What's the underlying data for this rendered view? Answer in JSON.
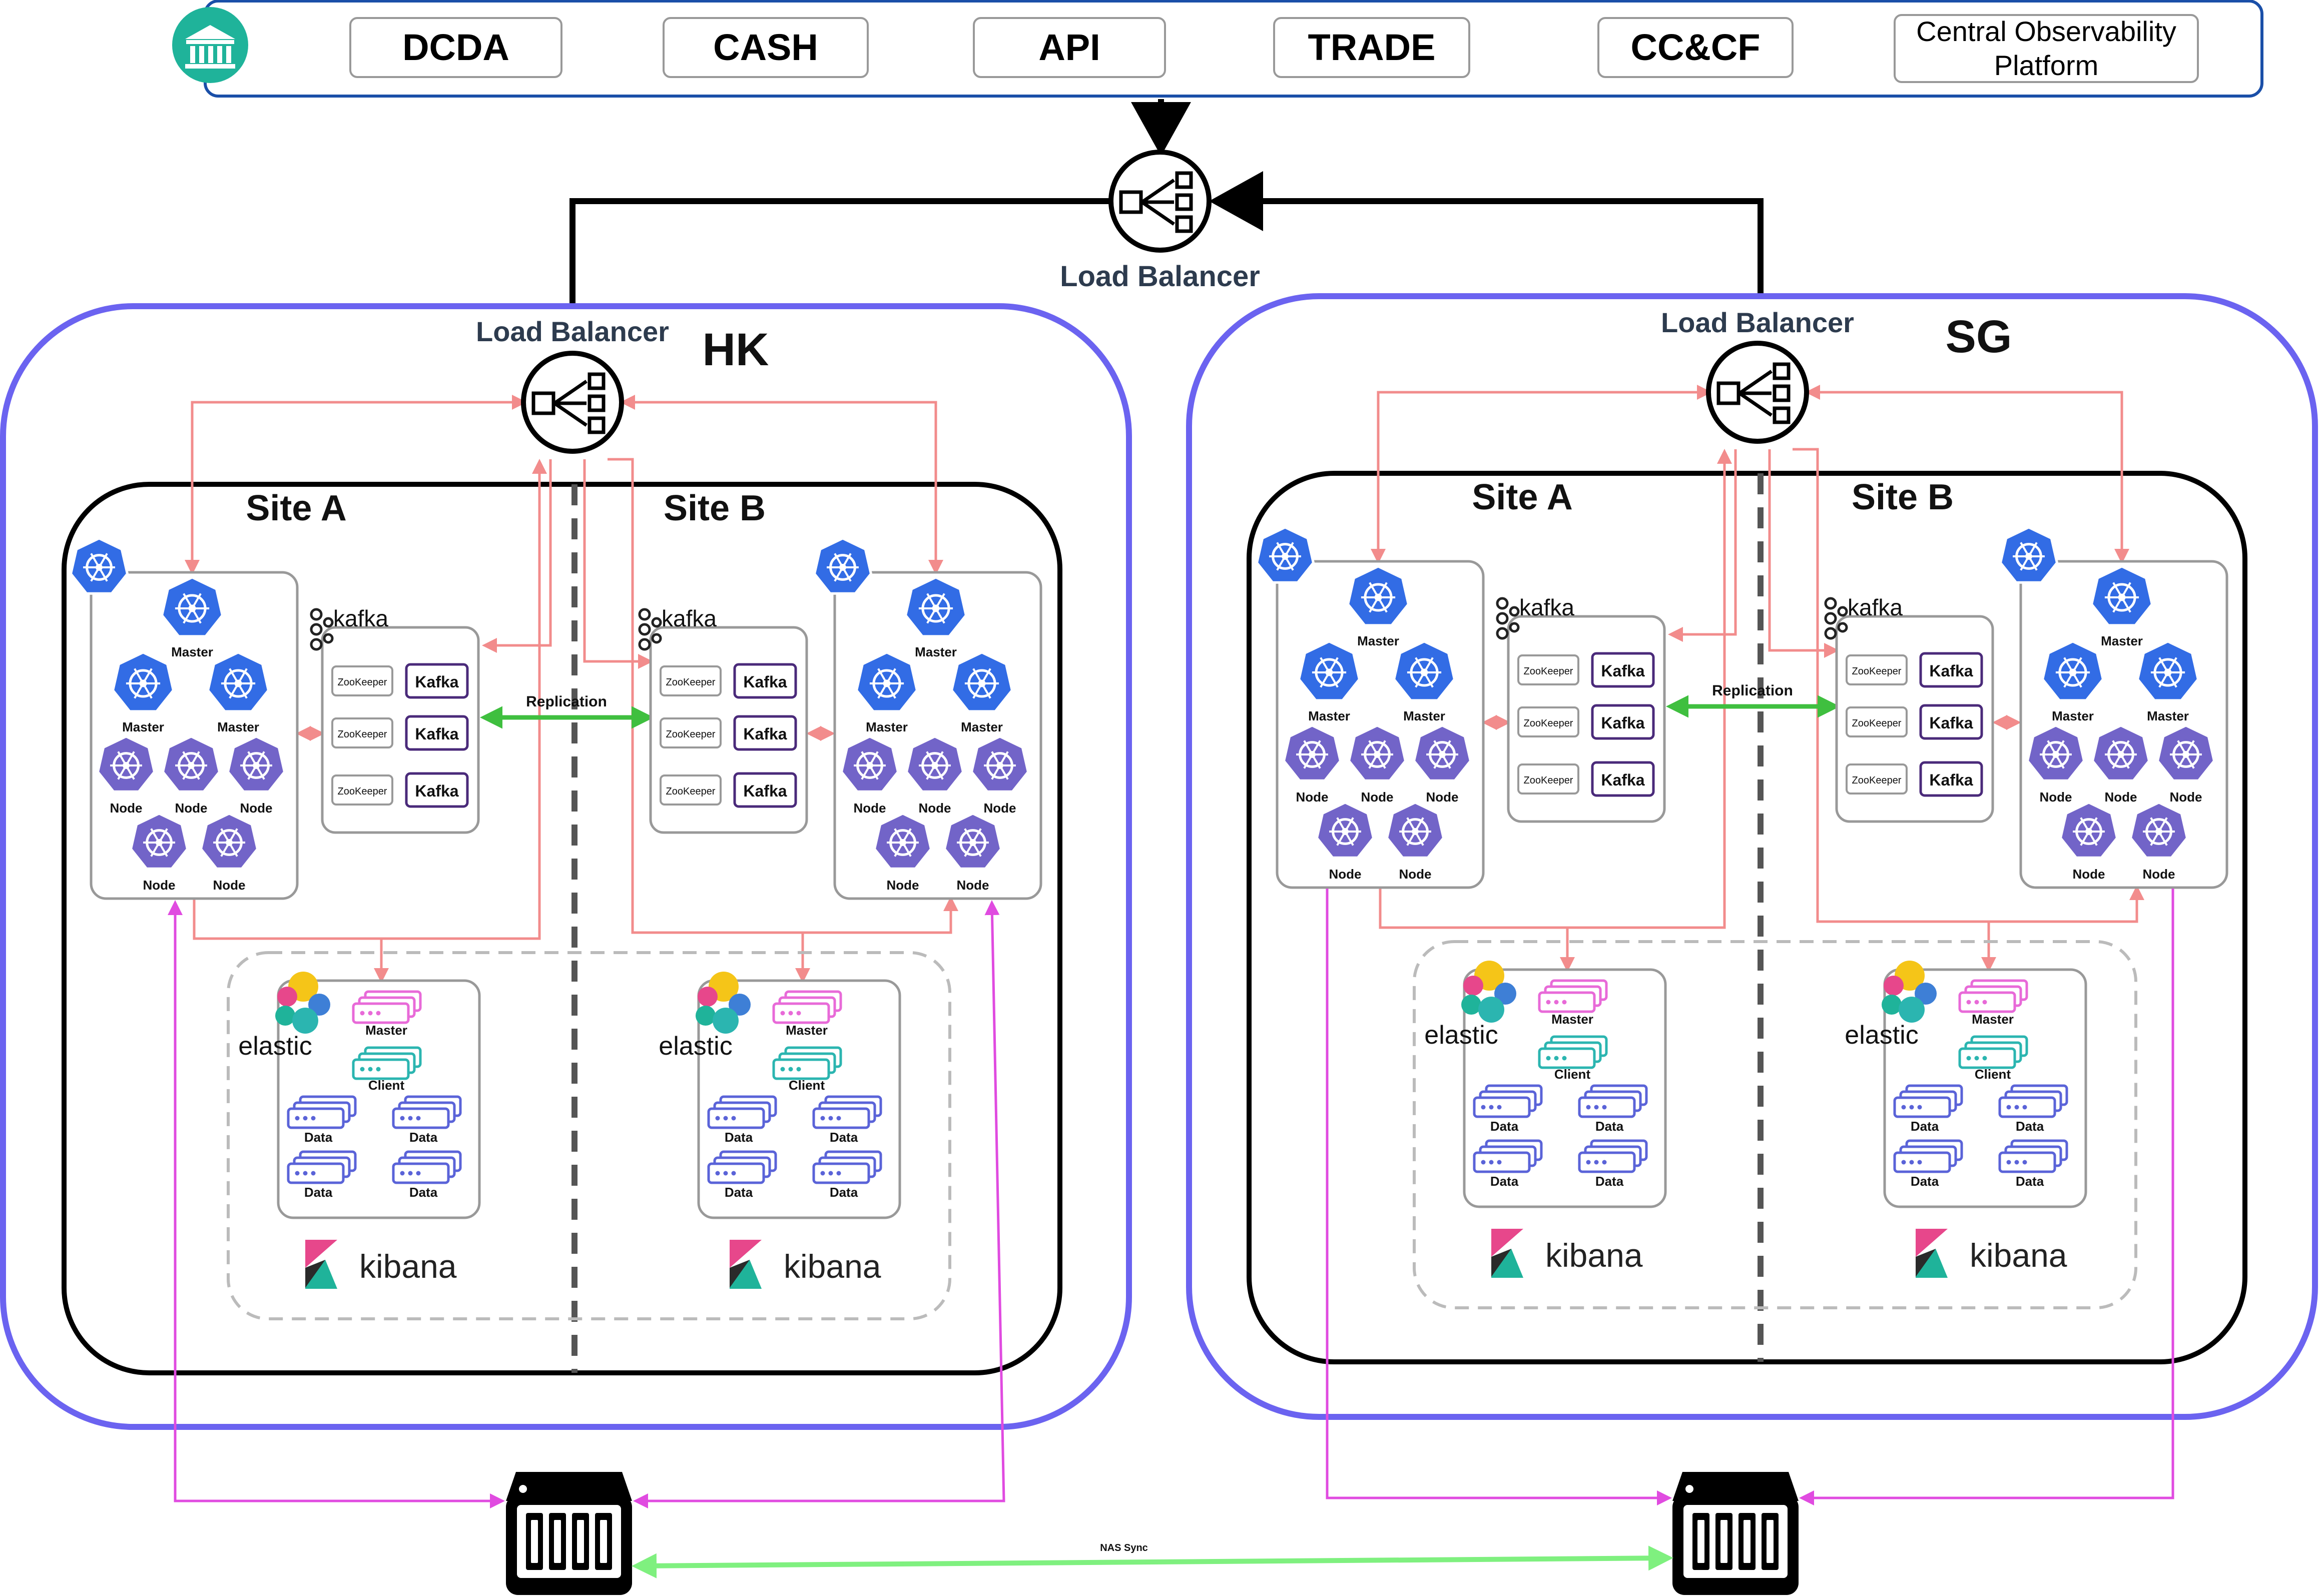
{
  "top_bar": {
    "buttons": [
      "DCDA",
      "CASH",
      "API",
      "TRADE",
      "CC&CF"
    ],
    "observability": [
      "Central Observability",
      "Platform"
    ]
  },
  "global_lb": {
    "label": "Load Balancer"
  },
  "regions": [
    {
      "id": "hk",
      "title": "HK",
      "lb_label": "Load Balancer",
      "sites": [
        {
          "title": "Site A",
          "k8s": {
            "masters": [
              "Master",
              "Master",
              "Master"
            ],
            "nodes": [
              "Node",
              "Node",
              "Node",
              "Node",
              "Node"
            ]
          },
          "kafka": {
            "logo": "kafka",
            "zookeeper": [
              "ZooKeeper",
              "ZooKeeper",
              "ZooKeeper"
            ],
            "brokers": [
              "Kafka",
              "Kafka",
              "Kafka"
            ]
          },
          "elastic": {
            "logo": "elastic",
            "master": "Master",
            "client": "Client",
            "data": [
              "Data",
              "Data",
              "Data",
              "Data"
            ],
            "kibana": "kibana"
          }
        },
        {
          "title": "Site B",
          "k8s": {
            "masters": [
              "Master",
              "Master",
              "Master"
            ],
            "nodes": [
              "Node",
              "Node",
              "Node",
              "Node",
              "Node"
            ]
          },
          "kafka": {
            "logo": "kafka",
            "zookeeper": [
              "ZooKeeper",
              "ZooKeeper",
              "ZooKeeper"
            ],
            "brokers": [
              "Kafka",
              "Kafka",
              "Kafka"
            ]
          },
          "elastic": {
            "logo": "elastic",
            "master": "Master",
            "client": "Client",
            "data": [
              "Data",
              "Data",
              "Data",
              "Data"
            ],
            "kibana": "kibana"
          }
        }
      ],
      "replication": "Replication"
    },
    {
      "id": "sg",
      "title": "SG",
      "lb_label": "Load Balancer",
      "sites": [
        {
          "title": "Site A",
          "k8s": {
            "masters": [
              "Master",
              "Master",
              "Master"
            ],
            "nodes": [
              "Node",
              "Node",
              "Node",
              "Node",
              "Node"
            ]
          },
          "kafka": {
            "logo": "kafka",
            "zookeeper": [
              "ZooKeeper",
              "ZooKeeper",
              "ZooKeeper"
            ],
            "brokers": [
              "Kafka",
              "Kafka",
              "Kafka"
            ]
          },
          "elastic": {
            "logo": "elastic",
            "master": "Master",
            "client": "Client",
            "data": [
              "Data",
              "Data",
              "Data",
              "Data"
            ],
            "kibana": "kibana"
          }
        },
        {
          "title": "Site B",
          "k8s": {
            "masters": [
              "Master",
              "Master",
              "Master"
            ],
            "nodes": [
              "Node",
              "Node",
              "Node",
              "Node",
              "Node"
            ]
          },
          "kafka": {
            "logo": "kafka",
            "zookeeper": [
              "ZooKeeper",
              "ZooKeeper",
              "ZooKeeper"
            ],
            "brokers": [
              "Kafka",
              "Kafka",
              "Kafka"
            ]
          },
          "elastic": {
            "logo": "elastic",
            "master": "Master",
            "client": "Client",
            "data": [
              "Data",
              "Data",
              "Data",
              "Data"
            ],
            "kibana": "kibana"
          }
        }
      ],
      "replication": "Replication"
    }
  ],
  "nas_sync": "NAS Sync",
  "colors": {
    "region_border": "#6b63f0",
    "top_border": "#1a4fa8",
    "salmon": "#f28c8c",
    "magenta": "#e04be0",
    "replication": "#3fbf3f",
    "nas_sync": "#7ff07f",
    "k8s_blue": "#326ce5",
    "node_purple": "#7264c8",
    "bank_teal": "#1fb39a",
    "es_master": "#e86ad8",
    "es_client": "#2bb5b0",
    "es_data": "#5a63d8"
  }
}
